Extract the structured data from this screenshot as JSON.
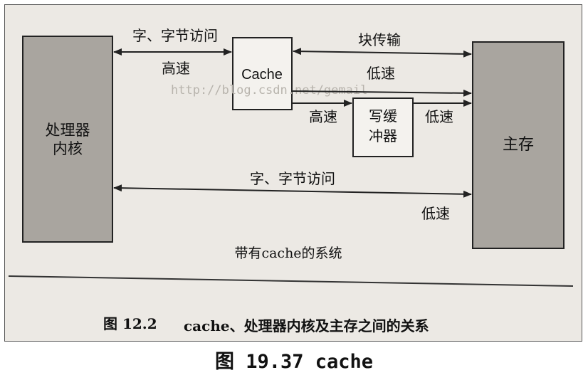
{
  "diagram": {
    "cpu_core": [
      "处理器",
      "内核"
    ],
    "main_memory": "主存",
    "cache": "Cache",
    "write_buffer": [
      "写缓",
      "冲器"
    ],
    "labels": {
      "top_left_access": "字、字节访问",
      "top_left_speed": "高速",
      "block_transfer": "块传输",
      "low_speed_upper": "低速",
      "wb_in_speed": "高速",
      "wb_out_speed": "低速",
      "bottom_access": "字、字节访问",
      "bottom_speed": "低速",
      "system": "带有cache的系统"
    },
    "watermark": "http://blog.csdn.net/gemail",
    "book_caption_number": "图 12.2",
    "book_caption_text": "cache、处理器内核及主存之间的关系"
  },
  "figure_caption": "图 19.37 cache"
}
